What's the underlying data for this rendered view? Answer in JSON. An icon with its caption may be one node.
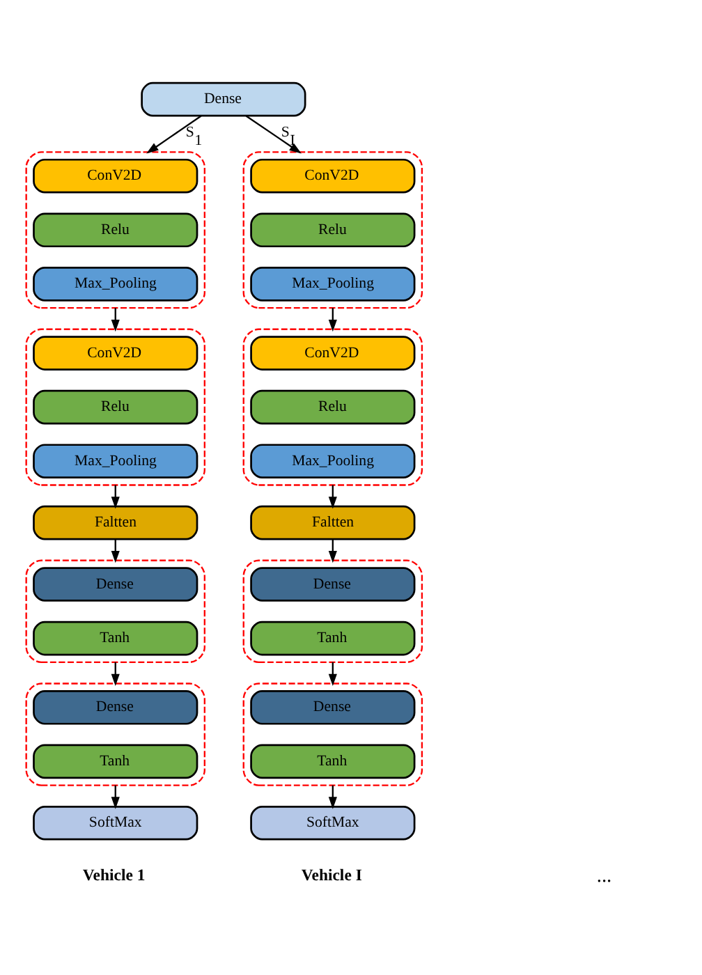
{
  "diagram": {
    "nodes": [
      {
        "text": [
          "Dense"
        ]
      },
      {
        "text": [],
        "shape": "box"
      },
      {
        "text": [
          "ConV2D"
        ],
        "in": 1
      },
      {
        "text": [
          "Relu"
        ],
        "in": 1
      },
      {
        "text": [
          "Max_Pooling"
        ],
        "in": 1
      },
      {
        "text": [],
        "shape": "box"
      },
      {
        "text": [
          "ConV2D"
        ],
        "in": 5
      },
      {
        "text": [
          "Relu"
        ],
        "in": 5
      },
      {
        "text": [
          "Max_Pooling"
        ],
        "in": 5
      },
      {
        "text": [
          "Faltten"
        ]
      },
      {
        "text": [],
        "shape": "box"
      },
      {
        "text": [
          "Dense"
        ],
        "in": 10
      },
      {
        "text": [
          "Tanh"
        ],
        "in": 10
      },
      {
        "text": [],
        "shape": "box"
      },
      {
        "text": [
          "Dense"
        ],
        "in": 13
      },
      {
        "text": [
          "Tanh"
        ],
        "in": 13
      },
      {
        "text": [
          "SoftMax"
        ]
      },
      {
        "text": [],
        "shape": "box"
      },
      {
        "text": [
          "ConV2D"
        ],
        "in": 17
      },
      {
        "text": [
          "Relu"
        ],
        "in": 17
      },
      {
        "text": [
          "Max_Pooling"
        ],
        "in": 17
      },
      {
        "text": [],
        "shape": "box"
      },
      {
        "text": [
          "ConV2D"
        ],
        "in": 21
      },
      {
        "text": [
          "Relu"
        ],
        "in": 21
      },
      {
        "text": [
          "Max_Pooling"
        ],
        "in": 21
      },
      {
        "text": [
          "Faltten"
        ]
      },
      {
        "text": [],
        "shape": "box"
      },
      {
        "text": [
          "Dense"
        ],
        "in": 26
      },
      {
        "text": [
          "Tanh"
        ],
        "in": 26
      },
      {
        "text": [],
        "shape": "box"
      },
      {
        "text": [
          "Dense"
        ],
        "in": 29
      },
      {
        "text": [
          "Tanh"
        ],
        "in": 29
      },
      {
        "text": [
          "SoftMax"
        ]
      }
    ],
    "edges": [
      {
        "from": 0,
        "to": 1,
        "arrow": "to",
        "label": "S$_{1}$"
      },
      {
        "from": 1,
        "to": 5,
        "arrow": "to"
      },
      {
        "from": 5,
        "to": 9,
        "arrow": "to"
      },
      {
        "from": 9,
        "to": 10,
        "arrow": "to"
      },
      {
        "from": 10,
        "to": 13,
        "arrow": "to"
      },
      {
        "from": 13,
        "to": 16,
        "arrow": "to"
      },
      {
        "from": 0,
        "to": 17,
        "arrow": "to",
        "label": "S$_{I}$"
      },
      {
        "from": 17,
        "to": 21,
        "arrow": "to"
      },
      {
        "from": 21,
        "to": 25,
        "arrow": "to"
      },
      {
        "from": 25,
        "to": 26,
        "arrow": "to"
      },
      {
        "from": 26,
        "to": 29,
        "arrow": "to"
      },
      {
        "from": 29,
        "to": 32,
        "arrow": "to"
      }
    ],
    "labels": [
      "...",
      "Vehicle 1",
      "Vehicle I"
    ]
  }
}
